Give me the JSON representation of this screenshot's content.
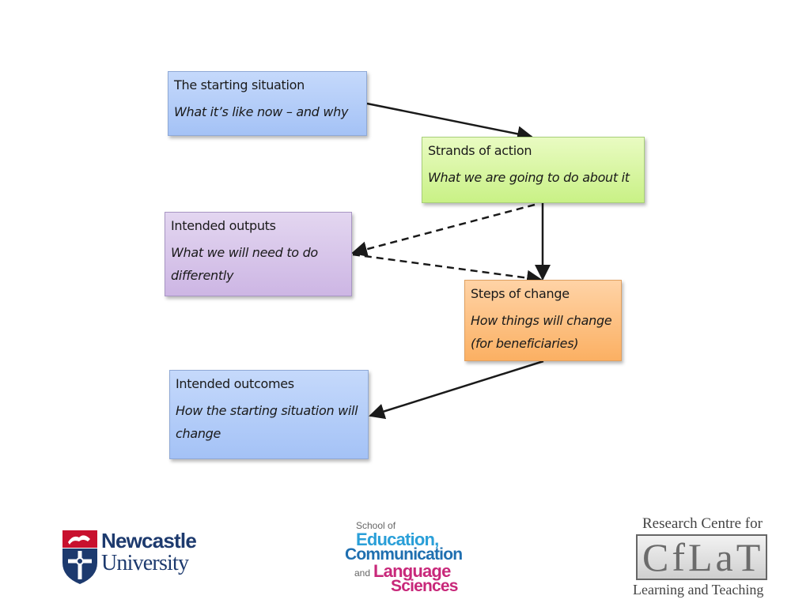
{
  "diagram": {
    "nodes": {
      "starting": {
        "title": "The starting situation",
        "subtitle": "What it’s like now – and why"
      },
      "strands": {
        "title": "Strands of action",
        "subtitle": "What we are going to do about it"
      },
      "outputs": {
        "title": "Intended outputs",
        "subtitle": "What we will need to do differently"
      },
      "steps": {
        "title": "Steps of change",
        "subtitle": "How things will change (for beneficiaries)"
      },
      "outcomes": {
        "title": "Intended outcomes",
        "subtitle": "How the starting situation will change"
      }
    },
    "edges": [
      {
        "from": "starting",
        "to": "strands",
        "style": "solid"
      },
      {
        "from": "strands",
        "to": "steps",
        "style": "solid"
      },
      {
        "from": "strands",
        "to": "outputs",
        "style": "dashed"
      },
      {
        "from": "outputs",
        "to": "steps",
        "style": "dashed"
      },
      {
        "from": "steps",
        "to": "outcomes",
        "style": "solid"
      }
    ],
    "colors": {
      "blue": "#a4c2f6",
      "green": "#c9f186",
      "purple": "#cdb6e4",
      "orange": "#fbb063",
      "arrow": "#1a1a1a"
    }
  },
  "logos": {
    "newcastle": {
      "line1": "Newcastle",
      "line2": "University"
    },
    "school": {
      "prefix": "School of",
      "education": "Education,",
      "communication": "Communication",
      "and": "and",
      "language": "Language",
      "sciences": "Sciences",
      "colors": {
        "education": "#2a9fd8",
        "communication": "#1f6fb0",
        "language": "#c8287a",
        "sciences": "#c8287a"
      }
    },
    "cflat": {
      "title": "Research Centre for",
      "letters": "CfLaT",
      "subtitle": "Learning and Teaching"
    }
  }
}
